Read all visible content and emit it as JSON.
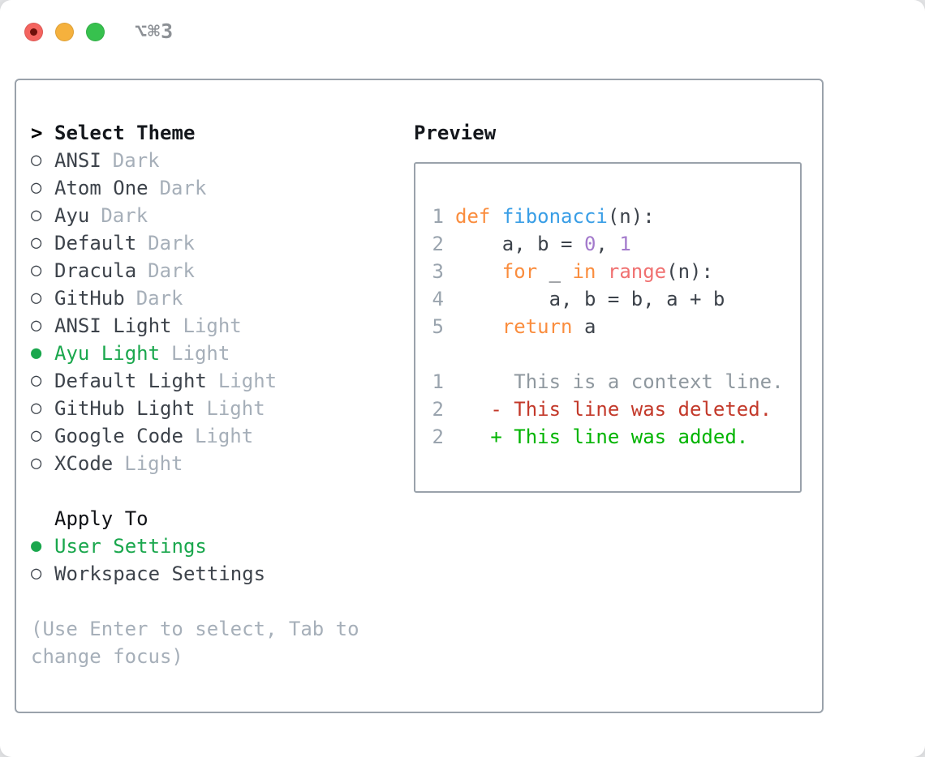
{
  "window": {
    "title": "⌥⌘3",
    "traffic_lights": [
      {
        "name": "close",
        "has_dot": true
      },
      {
        "name": "minimize",
        "has_dot": false
      },
      {
        "name": "zoom",
        "has_dot": false
      }
    ]
  },
  "icons": {
    "prompt": ">",
    "radio_unselected": "○",
    "radio_selected": "●"
  },
  "theme_panel": {
    "header": "Select Theme",
    "themes": [
      {
        "name": "ANSI",
        "variant": "Dark",
        "selected": false
      },
      {
        "name": "Atom One",
        "variant": "Dark",
        "selected": false
      },
      {
        "name": "Ayu",
        "variant": "Dark",
        "selected": false
      },
      {
        "name": "Default",
        "variant": "Dark",
        "selected": false
      },
      {
        "name": "Dracula",
        "variant": "Dark",
        "selected": false
      },
      {
        "name": "GitHub",
        "variant": "Dark",
        "selected": false
      },
      {
        "name": "ANSI Light",
        "variant": "Light",
        "selected": false
      },
      {
        "name": "Ayu Light",
        "variant": "Light",
        "selected": true
      },
      {
        "name": "Default Light",
        "variant": "Light",
        "selected": false
      },
      {
        "name": "GitHub Light",
        "variant": "Light",
        "selected": false
      },
      {
        "name": "Google Code",
        "variant": "Light",
        "selected": false
      },
      {
        "name": "XCode",
        "variant": "Light",
        "selected": false
      }
    ],
    "apply_to": {
      "label": "Apply To",
      "options": [
        {
          "name": "User Settings",
          "selected": true
        },
        {
          "name": "Workspace Settings",
          "selected": false
        }
      ]
    },
    "hint": "(Use Enter to select, Tab to change focus)"
  },
  "preview": {
    "title": "Preview",
    "code_lines": [
      {
        "num": "1",
        "segments": [
          {
            "t": "def",
            "c": "keyword"
          },
          {
            "t": " ",
            "c": "default"
          },
          {
            "t": "fibonacci",
            "c": "function"
          },
          {
            "t": "(n):",
            "c": "default"
          }
        ]
      },
      {
        "num": "2",
        "segments": [
          {
            "t": "    a, b = ",
            "c": "default"
          },
          {
            "t": "0",
            "c": "number"
          },
          {
            "t": ", ",
            "c": "default"
          },
          {
            "t": "1",
            "c": "number"
          }
        ]
      },
      {
        "num": "3",
        "segments": [
          {
            "t": "    ",
            "c": "default"
          },
          {
            "t": "for",
            "c": "keyword"
          },
          {
            "t": " _ ",
            "c": "default"
          },
          {
            "t": "in",
            "c": "keyword"
          },
          {
            "t": " ",
            "c": "default"
          },
          {
            "t": "range",
            "c": "builtin"
          },
          {
            "t": "(n):",
            "c": "default"
          }
        ]
      },
      {
        "num": "4",
        "segments": [
          {
            "t": "        a, b = b, a + b",
            "c": "default"
          }
        ]
      },
      {
        "num": "5",
        "segments": [
          {
            "t": "    ",
            "c": "default"
          },
          {
            "t": "return",
            "c": "keyword"
          },
          {
            "t": " a",
            "c": "default"
          }
        ]
      },
      {
        "num": "",
        "segments": []
      },
      {
        "num": "1",
        "segments": [
          {
            "t": "     This is a context line.",
            "c": "context"
          }
        ]
      },
      {
        "num": "2",
        "segments": [
          {
            "t": "   - This line was deleted.",
            "c": "deleted"
          }
        ]
      },
      {
        "num": "2",
        "segments": [
          {
            "t": "   + This line was added.",
            "c": "added"
          }
        ]
      }
    ]
  },
  "colors": {
    "text": "#3d434b",
    "heading": "#14171c",
    "muted": "#a6afb9",
    "green": "#1aa74d",
    "gutter": "#9aa4ae",
    "keyword": "#fa8d3e",
    "function": "#399ee6",
    "number": "#a37acc",
    "builtin": "#f07171",
    "deleted": "#c3392a",
    "added": "#00b400",
    "context": "#8f989f",
    "border": "#9aa2ab",
    "title-gray": "#8d9196",
    "tl-close": "#f4645f",
    "tl-close-dot": "#6e100a",
    "tl-min": "#f5b13d",
    "tl-zoom": "#37c14e"
  }
}
